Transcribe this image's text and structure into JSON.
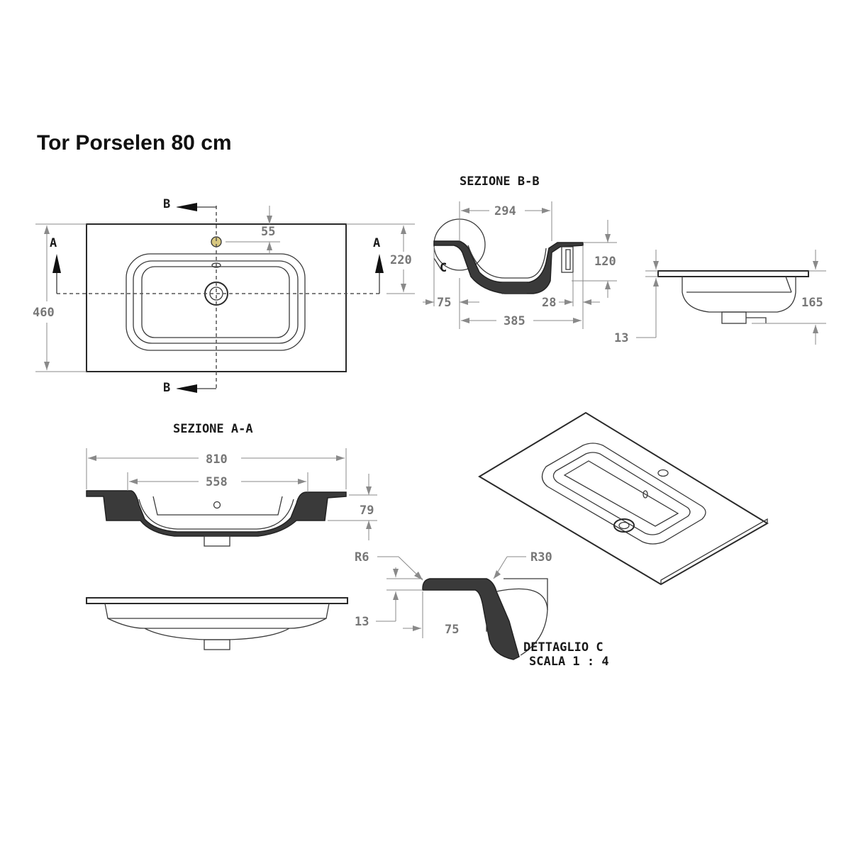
{
  "title": "Tor Porselen 80 cm",
  "sections": {
    "section_bb": "SEZIONE B-B",
    "section_aa": "SEZIONE A-A",
    "detail_c": "DETTAGLIO C",
    "detail_scale": "SCALA 1 : 4"
  },
  "markers": {
    "section_a": "A",
    "section_b": "B",
    "detail": "C"
  },
  "dimensions": {
    "top_view": {
      "tap_offset": "55",
      "half_depth": "220",
      "total_depth": "460"
    },
    "section_bb": {
      "bowl_width": "294",
      "front_lip": "75",
      "inner_depth": "385",
      "rear": "28",
      "height": "120"
    },
    "side_view": {
      "thickness": "13",
      "height": "165"
    },
    "section_aa": {
      "total_width": "810",
      "bowl_width": "558",
      "depth": "79"
    },
    "detail_c": {
      "inner_radius": "R6",
      "outer_radius": "R30",
      "thickness": "13",
      "lip": "75"
    }
  }
}
